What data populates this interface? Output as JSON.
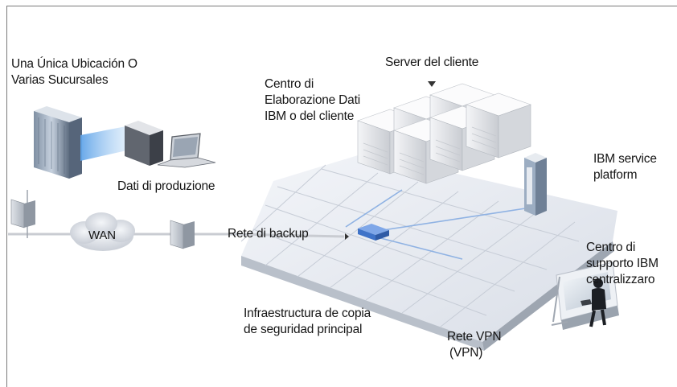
{
  "labels": {
    "sites": [
      "Una Única Ubicación O",
      "Varias Sucursales"
    ],
    "production_data": "Dati di produzione",
    "wan": "WAN",
    "backup_network": "Rete di backup",
    "client_servers": "Server del cliente",
    "data_center": [
      "Centro di",
      "Elaborazione Dati",
      "IBM o del cliente"
    ],
    "ibm_platform": [
      "IBM service",
      "platform"
    ],
    "support_center": [
      "Centro di",
      "supporto IBM",
      "centralizzaro"
    ],
    "backup_infrastructure": [
      "Infraestructura de copia",
      "de seguridad principal"
    ],
    "vpn": [
      "Rete VPN",
      "(VPN)"
    ]
  },
  "colors": {
    "accent_blue": "#3f73c8",
    "floor": "#e9edf3",
    "grid_line": "#c6ccd6",
    "frame": "#7a7a7a"
  }
}
